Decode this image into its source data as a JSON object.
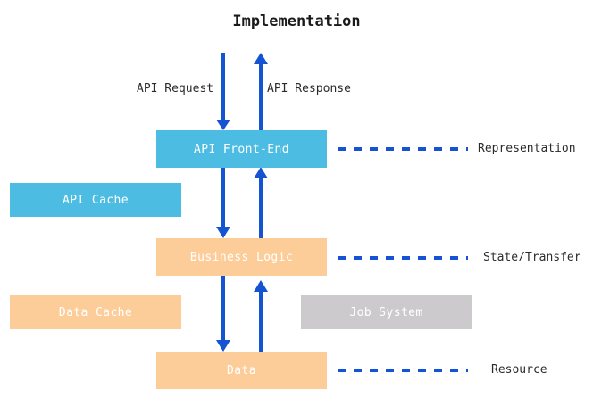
{
  "diagram": {
    "title": "Implementation",
    "accent_blue": "#1453d1",
    "nodes": [
      {
        "id": "api-front-end",
        "label": "API Front-End",
        "color": "#4dbce3"
      },
      {
        "id": "api-cache",
        "label": "API Cache",
        "color": "#4dbce3"
      },
      {
        "id": "business-logic",
        "label": "Business Logic",
        "color": "#fdcd99"
      },
      {
        "id": "data-cache",
        "label": "Data Cache",
        "color": "#fdcd99"
      },
      {
        "id": "job-system",
        "label": "Job System",
        "color": "#cdcace"
      },
      {
        "id": "data",
        "label": "Data",
        "color": "#fdcd99"
      }
    ],
    "edge_labels": [
      {
        "id": "api-request",
        "label": "API Request"
      },
      {
        "id": "api-response",
        "label": "API Response"
      }
    ],
    "side_labels": [
      {
        "id": "representation",
        "label": "Representation"
      },
      {
        "id": "state-transfer",
        "label": "State/Transfer"
      },
      {
        "id": "resource",
        "label": "Resource"
      }
    ]
  }
}
